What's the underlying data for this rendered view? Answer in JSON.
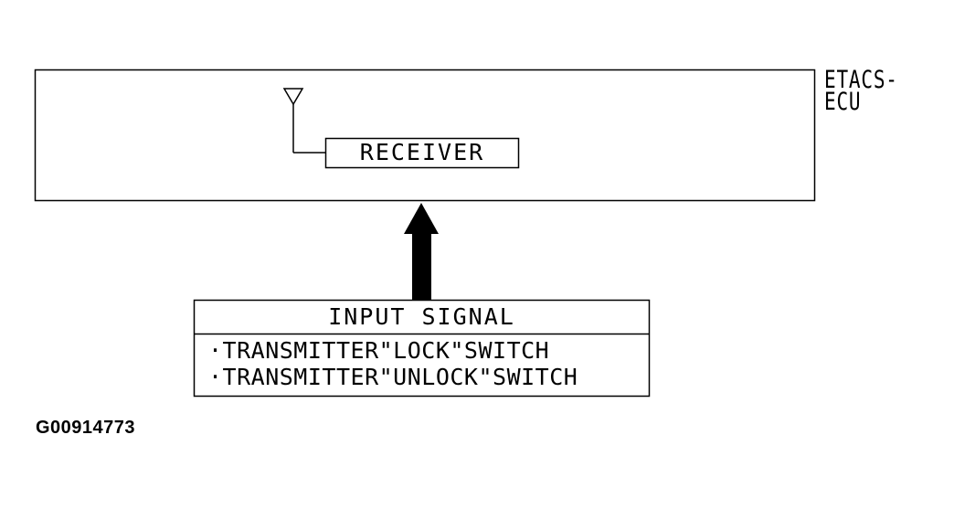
{
  "diagram": {
    "ecu_label_line1": "ETACS-",
    "ecu_label_line2": "ECU",
    "receiver_label": "RECEIVER",
    "input_box": {
      "title": "INPUT SIGNAL",
      "items": [
        "·TRANSMITTER\"LOCK\"SWITCH",
        "·TRANSMITTER\"UNLOCK\"SWITCH"
      ]
    },
    "figure_id": "G00914773"
  },
  "icons": {
    "antenna": "antenna-icon",
    "arrow": "arrow-up-icon"
  },
  "colors": {
    "line": "#000000",
    "background": "#ffffff"
  }
}
